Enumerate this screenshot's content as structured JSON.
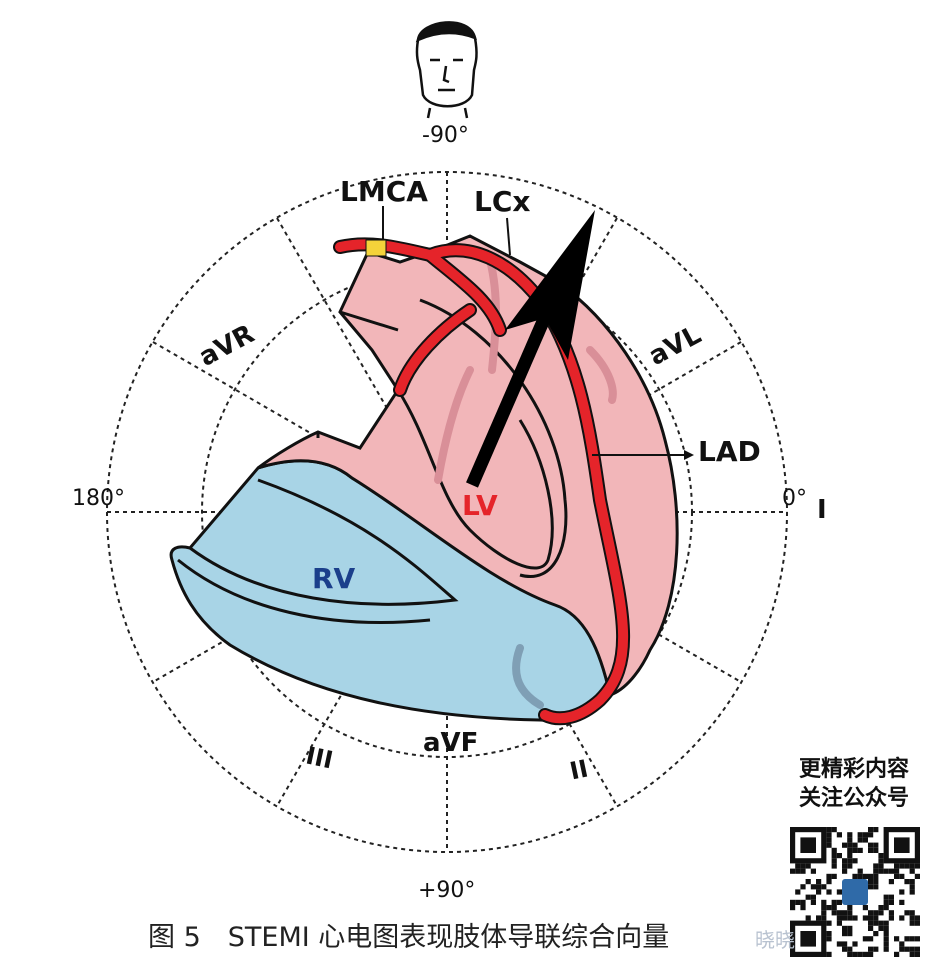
{
  "angles": {
    "top": "-90°",
    "bottom": "+90°",
    "left": "180°",
    "right": "0°"
  },
  "leads": {
    "lead_i": "I",
    "avr": "aVR",
    "avl": "aVL",
    "avf": "aVF",
    "lead_ii": "II",
    "lead_iii": "III"
  },
  "anatomy": {
    "lmca": "LMCA",
    "lcx": "LCx",
    "lad": "LAD",
    "lv": "LV",
    "rv": "RV"
  },
  "caption": "图 5　STEMI 心电图表现肢体导联综合向量",
  "qr_promo": {
    "line1": "更精彩内容",
    "line2": "关注公众号"
  },
  "watermark": "晓晓",
  "colors": {
    "lv_fill": "#f2b6b9",
    "rv_fill": "#a8d4e6",
    "artery": "#e5242a",
    "lv_label": "#e5242a",
    "rv_label": "#1b3f8b",
    "arrow": "#000000",
    "lmca_band": "#f4d33a"
  }
}
